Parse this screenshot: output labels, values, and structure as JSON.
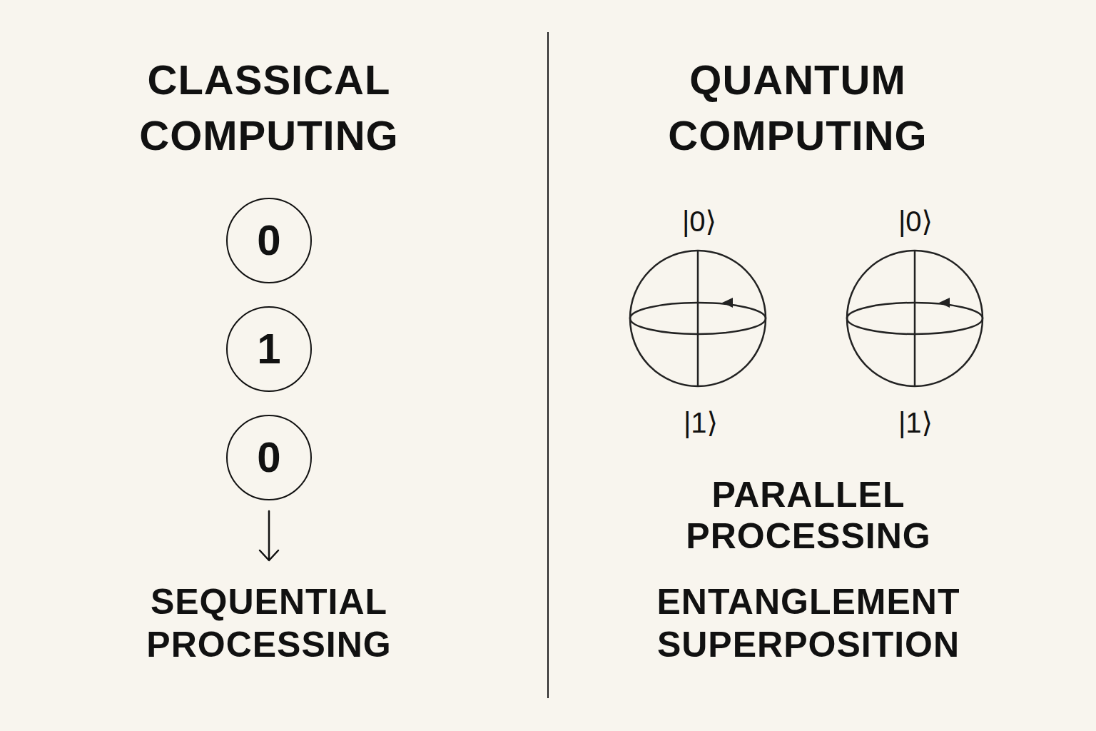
{
  "diagram": {
    "nodes": [
      {
        "text": [
          "0"
        ]
      },
      {
        "text": [
          "1"
        ]
      },
      {
        "text": [
          "0"
        ]
      }
    ],
    "labels": [
      "CLASSICAL COMPUTING",
      "SEQUENTIAL PROCESSING",
      "QUANTUM COMPUTING",
      "|0⟩",
      "|0⟩",
      "|1⟩",
      "|1⟩",
      "PARALLEL PROCESSING",
      "ENTANGLEMENT",
      "SUPERPOSITION"
    ]
  }
}
